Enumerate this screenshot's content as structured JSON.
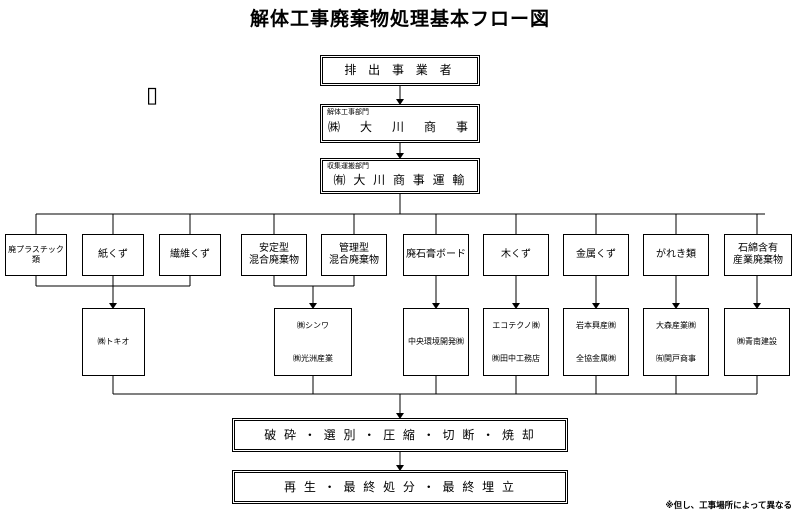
{
  "title": "解体工事廃棄物処理基本フロー図",
  "top": {
    "discharger": "排 出 事 業 者",
    "demolition_dept": "解体工事部門",
    "demolition_company": "㈱　大　川　商　事",
    "transport_dept": "収集運搬部門",
    "transport_company": "㈲ 大 川 商 事 運 輸"
  },
  "categories": [
    {
      "label": "廃プラスチック類"
    },
    {
      "label": "紙くず"
    },
    {
      "label": "繊維くず"
    },
    {
      "label": "安定型\n混合廃棄物"
    },
    {
      "label": "管理型\n混合廃棄物"
    },
    {
      "label": "廃石膏ボード"
    },
    {
      "label": "木くず"
    },
    {
      "label": "金属くず"
    },
    {
      "label": "がれき類"
    },
    {
      "label": "石綿含有\n産業廃棄物"
    }
  ],
  "processors": [
    {
      "lines": [
        "㈱トキオ"
      ]
    },
    {
      "lines": [
        "㈱シンワ",
        "㈱光洲産業"
      ]
    },
    {
      "lines": [
        "中央環境開発㈱"
      ]
    },
    {
      "lines": [
        "エコテクノ㈱",
        "㈱田中工務店"
      ]
    },
    {
      "lines": [
        "岩本興産㈱",
        "全協金属㈱"
      ]
    },
    {
      "lines": [
        "大森産業㈱",
        "㈲関戸商事"
      ]
    },
    {
      "lines": [
        "㈱青南建設"
      ]
    }
  ],
  "treatment": "破 砕 ・ 選 別 ・ 圧 縮 ・ 切 断 ・ 焼 却",
  "final": "再 生 ・ 最 終 処 分 ・ 最 終 埋 立",
  "note": "※但し、工事場所によって異なる",
  "stray_glyph": "▯"
}
